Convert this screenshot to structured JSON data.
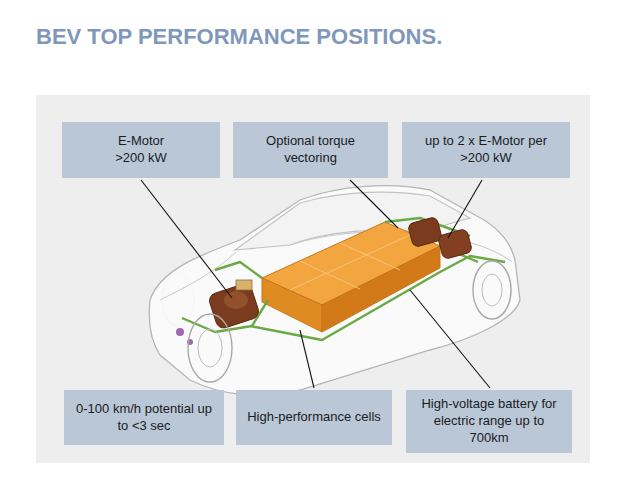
{
  "diagram": {
    "title": "BEV TOP PERFORMANCE POSITIONS.",
    "nodes": [
      {
        "text": [
          "E-Motor >200 kW"
        ]
      },
      {
        "text": [
          "Optional torque vectoring"
        ]
      },
      {
        "text": [
          "up to 2 x E-Motor per >200 kW"
        ]
      },
      {
        "text": [
          "0-100 km/h potential up to <3 sec"
        ]
      },
      {
        "text": [
          "High-performance cells"
        ]
      },
      {
        "text": [
          "High-voltage battery for electric range up to 700km"
        ]
      }
    ]
  }
}
